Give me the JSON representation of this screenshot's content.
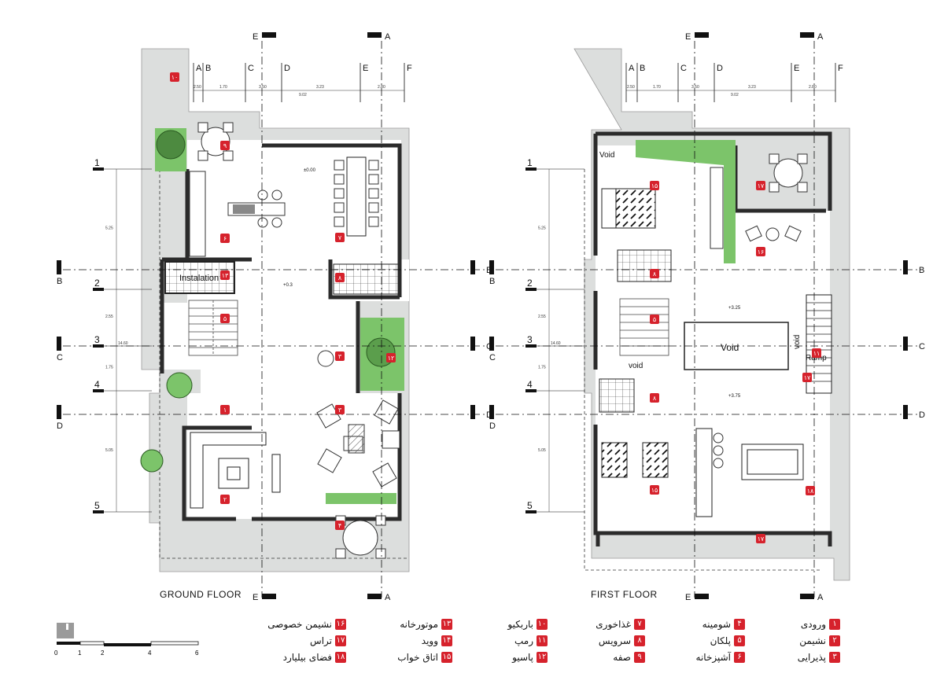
{
  "floors": {
    "ground": {
      "title": "GROUND FLOOR",
      "room_labels": {
        "installation": "Instalation"
      },
      "levels": {
        "kitchen": "±0.00",
        "hall": "+0.3"
      },
      "markers": [
        "١٠",
        "۶",
        "٧",
        "١٣",
        "٨",
        "۵",
        "٣",
        "١٢",
        "١",
        "٢",
        "٣",
        "۴",
        "٩"
      ]
    },
    "first": {
      "title": "FIRST FLOOR",
      "room_labels": {
        "void_top": "Void",
        "void_center": "Void",
        "void_small": "void",
        "void_vert": "void",
        "ramp": "Ramp"
      },
      "levels": {
        "stair": "+3.25",
        "hall": "+3.75"
      },
      "markers": [
        "١٧",
        "١۵",
        "١۶",
        "٨",
        "۵",
        "١١",
        "١٧",
        "٨",
        "١۵",
        "١٨",
        "١٧"
      ]
    }
  },
  "grid": {
    "columns": [
      "A",
      "B",
      "C",
      "D",
      "E",
      "F"
    ],
    "rows": [
      "1",
      "2",
      "3",
      "4",
      "5"
    ],
    "sections": [
      "E",
      "A",
      "B",
      "C",
      "D"
    ],
    "dims_top": [
      "2.50",
      "1.70",
      "3.50",
      "3.23",
      "2.80"
    ],
    "dim_total": "9.02",
    "dims_side": [
      "5.25",
      "2.55",
      "1.75",
      "5.05"
    ],
    "dim_side_total": "14.60"
  },
  "legend": [
    {
      "num": "١",
      "label": "ورودی"
    },
    {
      "num": "٢",
      "label": "نشیمن"
    },
    {
      "num": "٣",
      "label": "پذیرایی"
    },
    {
      "num": "۴",
      "label": "شومینه"
    },
    {
      "num": "۵",
      "label": "پلکان"
    },
    {
      "num": "۶",
      "label": "آشپزخانه"
    },
    {
      "num": "٧",
      "label": "غذاخوری"
    },
    {
      "num": "٨",
      "label": "سرویس"
    },
    {
      "num": "٩",
      "label": "صفه"
    },
    {
      "num": "١٠",
      "label": "باربکیو"
    },
    {
      "num": "١١",
      "label": "رمپ"
    },
    {
      "num": "١٢",
      "label": "پاسیو"
    },
    {
      "num": "١٣",
      "label": "موتورخانه"
    },
    {
      "num": "١۴",
      "label": "ووید"
    },
    {
      "num": "١۵",
      "label": "اتاق خواب"
    },
    {
      "num": "١۶",
      "label": "نشیمن خصوصی"
    },
    {
      "num": "١٧",
      "label": "تراس"
    },
    {
      "num": "١٨",
      "label": "فضای بیلیارد"
    }
  ],
  "scale": {
    "ticks": [
      "0",
      "1",
      "2",
      "4",
      "6"
    ],
    "north": "N"
  },
  "colors": {
    "marker": "#d6222c",
    "terrace": "#dcdedd",
    "wall": "#2b2b2b",
    "green": "#7cc46a"
  }
}
